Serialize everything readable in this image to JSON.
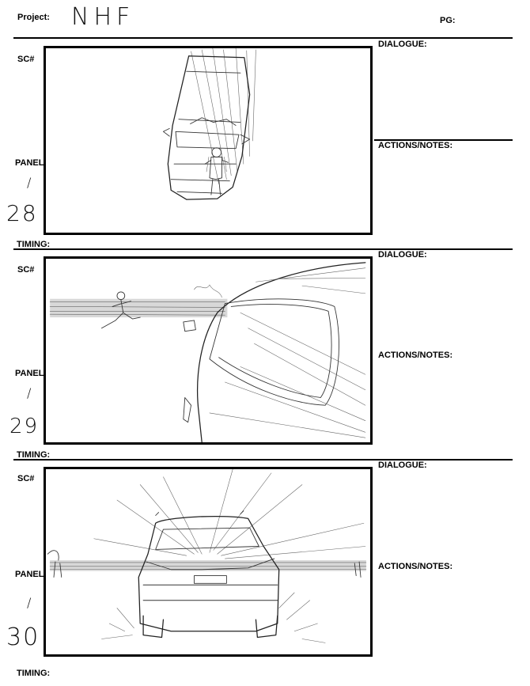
{
  "header": {
    "project_label": "Project:",
    "project_value": "NHF",
    "page_label": "PG:"
  },
  "panels": [
    {
      "scene_label": "SC#",
      "panel_label": "PANEL",
      "panel_number": "/",
      "scene_number": "28",
      "timing_label": "TIMING:",
      "dialogue_label": "DIALOGUE:",
      "actions_label": "ACTIONS/NOTES:"
    },
    {
      "scene_label": "SC#",
      "panel_label": "PANEL",
      "panel_number": "/",
      "scene_number": "29",
      "timing_label": "TIMING:",
      "dialogue_label": "DIALOGUE:",
      "actions_label": "ACTIONS/NOTES:"
    },
    {
      "scene_label": "SC#",
      "panel_label": "PANEL",
      "panel_number": "/",
      "scene_number": "30",
      "timing_label": "TIMING:",
      "dialogue_label": "DIALOGUE:",
      "actions_label": "ACTIONS/NOTES:"
    }
  ]
}
